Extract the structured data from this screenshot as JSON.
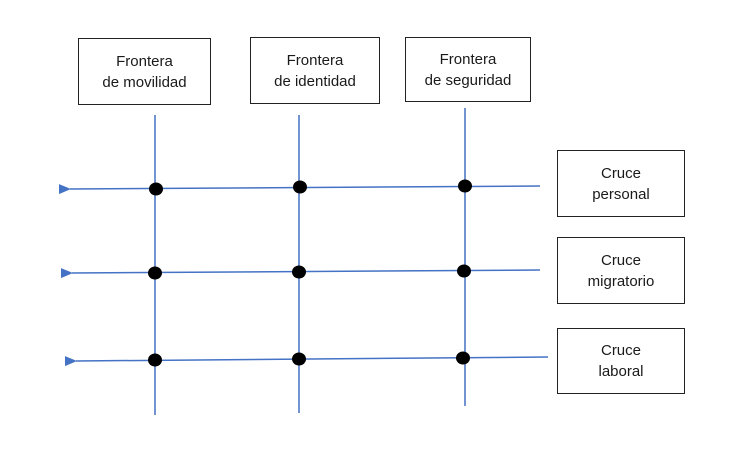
{
  "colors": {
    "line": "#4472c4",
    "node": "#000000",
    "box_border": "#222222",
    "text": "#1a1a1a"
  },
  "top_boxes": [
    {
      "line1": "Frontera",
      "line2": "de movilidad"
    },
    {
      "line1": "Frontera",
      "line2": "de identidad"
    },
    {
      "line1": "Frontera",
      "line2": "de seguridad"
    }
  ],
  "side_boxes": [
    {
      "line1": "Cruce",
      "line2": "personal"
    },
    {
      "line1": "Cruce",
      "line2": "migratorio"
    },
    {
      "line1": "Cruce",
      "line2": "laboral"
    }
  ]
}
